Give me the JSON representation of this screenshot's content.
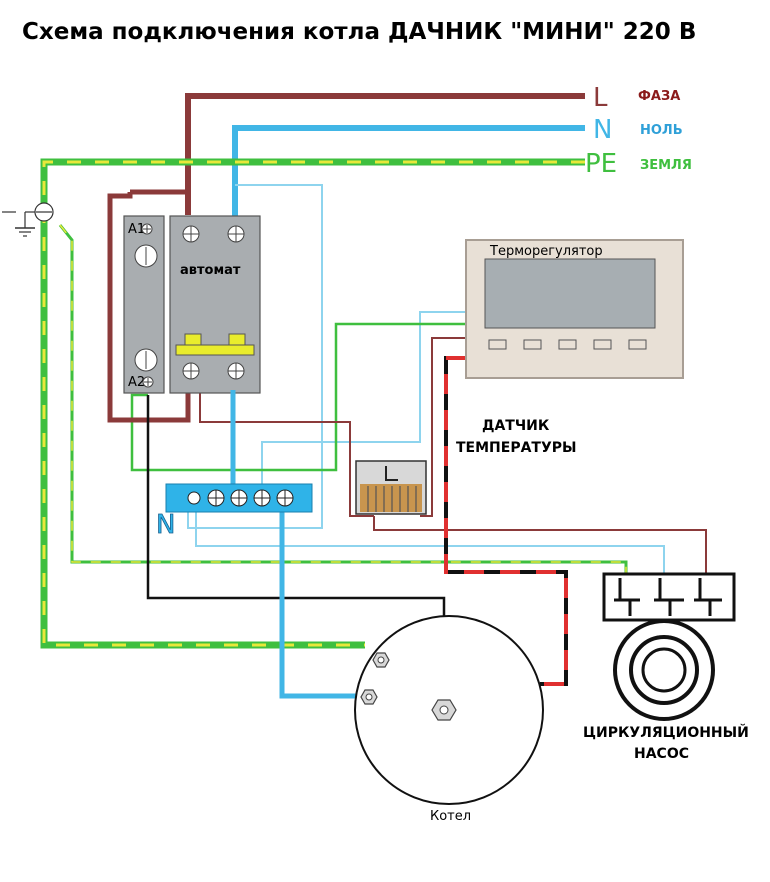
{
  "title": "Схема подключения котла ДАЧНИК  \"МИНИ\" 220 В",
  "lines": {
    "phase": {
      "letter": "L",
      "label": "ФАЗА",
      "color": "#8b3a3a"
    },
    "neutral": {
      "letter": "N",
      "label": "НОЛЬ",
      "color": "#41b6e6"
    },
    "earth": {
      "letter": "PE",
      "label": "ЗЕМЛЯ",
      "color": "#3fbf3f",
      "stripe": "#e8e83a"
    }
  },
  "components": {
    "breaker": {
      "label": "автомат"
    },
    "contactor": {
      "top_terminal": "A1",
      "bottom_terminal": "A2"
    },
    "thermostat": {
      "label": "Терморегулятор"
    },
    "neutral_bus": {
      "label": "N"
    },
    "temp_sensor": {
      "label_line1": "ДАТЧИК",
      "label_line2": "ТЕМПЕРАТУРЫ"
    },
    "pump": {
      "label_line1": "ЦИРКУЛЯЦИОННЫЙ",
      "label_line2": "НАСОС"
    },
    "boiler": {
      "label": "Котел"
    }
  },
  "colors": {
    "module_gray": "#a9adb0",
    "module_stroke": "#555",
    "thermo_body": "#e8e0d6",
    "screen": "#a7aeb2",
    "bus": "#2fb3e8",
    "sensor_red": "#e03030",
    "wire_black": "#111111",
    "light_blue": "#8ed4ee",
    "yellow_bar": "#e9ec2c"
  }
}
